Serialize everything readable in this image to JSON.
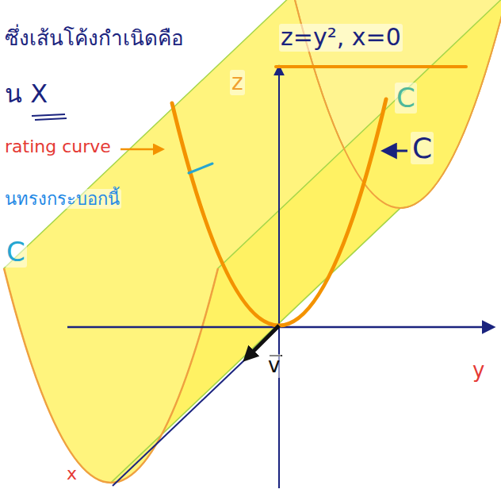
{
  "diagram": {
    "labels": [
      "ซึ่งเส้นโค้งกำเนิดคือ",
      "z=y², x=0",
      "น X",
      "rating curve",
      "นทรงกระบอกนี้",
      "C",
      "z",
      "C",
      "C",
      "v",
      "y",
      "x"
    ]
  }
}
